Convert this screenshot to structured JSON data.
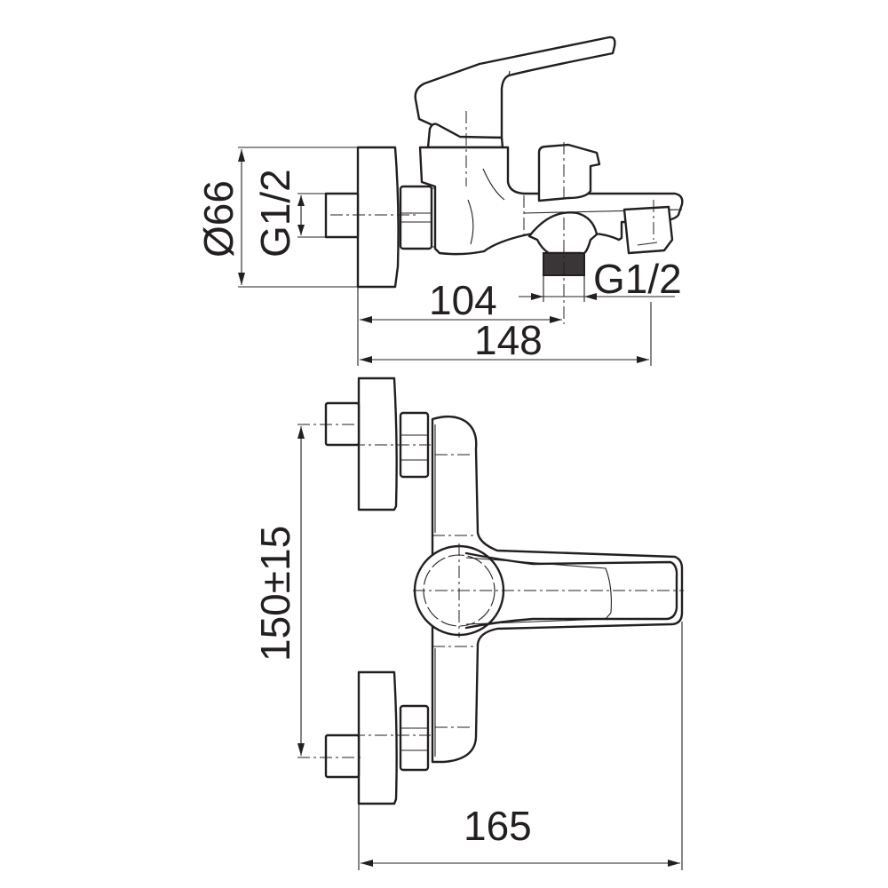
{
  "title": "Bath mixer dimension drawing",
  "side_view": {
    "flange_diameter": "Ø66",
    "inlet_thread": "G1/2",
    "outlet_thread": "G1/2",
    "outlet_distance": "104",
    "overall_depth": "148"
  },
  "front_view": {
    "inlet_spacing": "150±15",
    "overall_projection": "165"
  },
  "colors": {
    "line": "#231f20",
    "background": "#ffffff"
  }
}
